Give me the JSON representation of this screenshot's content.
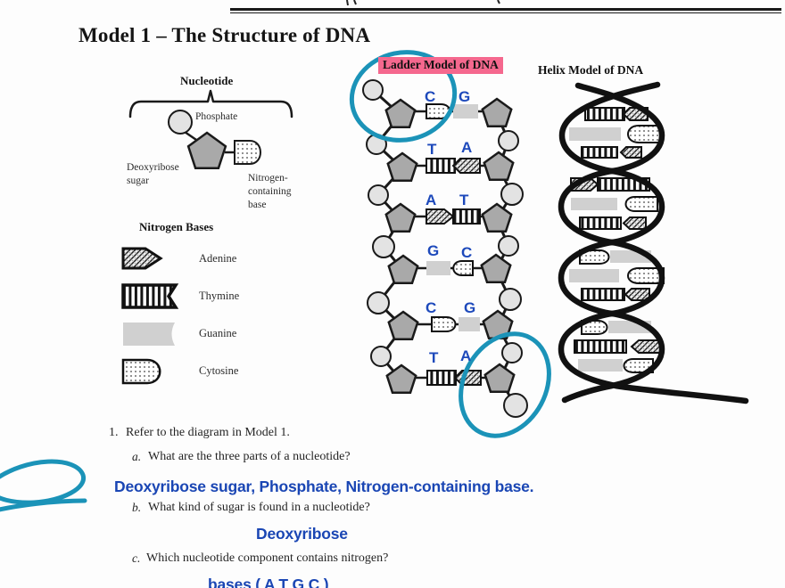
{
  "page": {
    "title": "Model 1 – The Structure of DNA"
  },
  "colors": {
    "answer_blue": "#1a46b4",
    "base_letter_blue": "#1d49bb",
    "annotation_teal": "#1b93b8",
    "highlight_pink": "#f5688e",
    "pentagon_gray": "#a9a9a9",
    "phosphate_gray": "#e3e3e3",
    "guanine_gray": "#d0d0d0"
  },
  "nucleotide_diagram": {
    "title": "Nucleotide",
    "labels": {
      "phosphate": "Phosphate",
      "sugar_line1": "Deoxyribose",
      "sugar_line2": "sugar",
      "base_line1": "Nitrogen-",
      "base_line2": "containing",
      "base_line3": "base"
    }
  },
  "legend": {
    "title": "Nitrogen Bases",
    "items": [
      {
        "name": "Adenine"
      },
      {
        "name": "Thymine"
      },
      {
        "name": "Guanine"
      },
      {
        "name": "Cytosine"
      }
    ]
  },
  "ladder": {
    "title": "Ladder Model of DNA",
    "pairs": [
      {
        "left": "C",
        "right": "G"
      },
      {
        "left": "T",
        "right": "A"
      },
      {
        "left": "A",
        "right": "T"
      },
      {
        "left": "G",
        "right": "C"
      },
      {
        "left": "C",
        "right": "G"
      },
      {
        "left": "T",
        "right": "A"
      }
    ]
  },
  "helix": {
    "title": "Helix Model of DNA"
  },
  "questions": {
    "q1": {
      "number": "1.",
      "text": "Refer to the diagram in Model 1."
    },
    "a": {
      "letter": "a.",
      "text": "What are the three parts of a nucleotide?",
      "answer": "Deoxyribose sugar, Phosphate, Nitrogen-containing base."
    },
    "b": {
      "letter": "b.",
      "text": "What kind of sugar is found in a nucleotide?",
      "answer": "Deoxyribose"
    },
    "c": {
      "letter": "c.",
      "text": "Which nucleotide component contains nitrogen?",
      "answer": "bases ( A T G C )"
    }
  }
}
